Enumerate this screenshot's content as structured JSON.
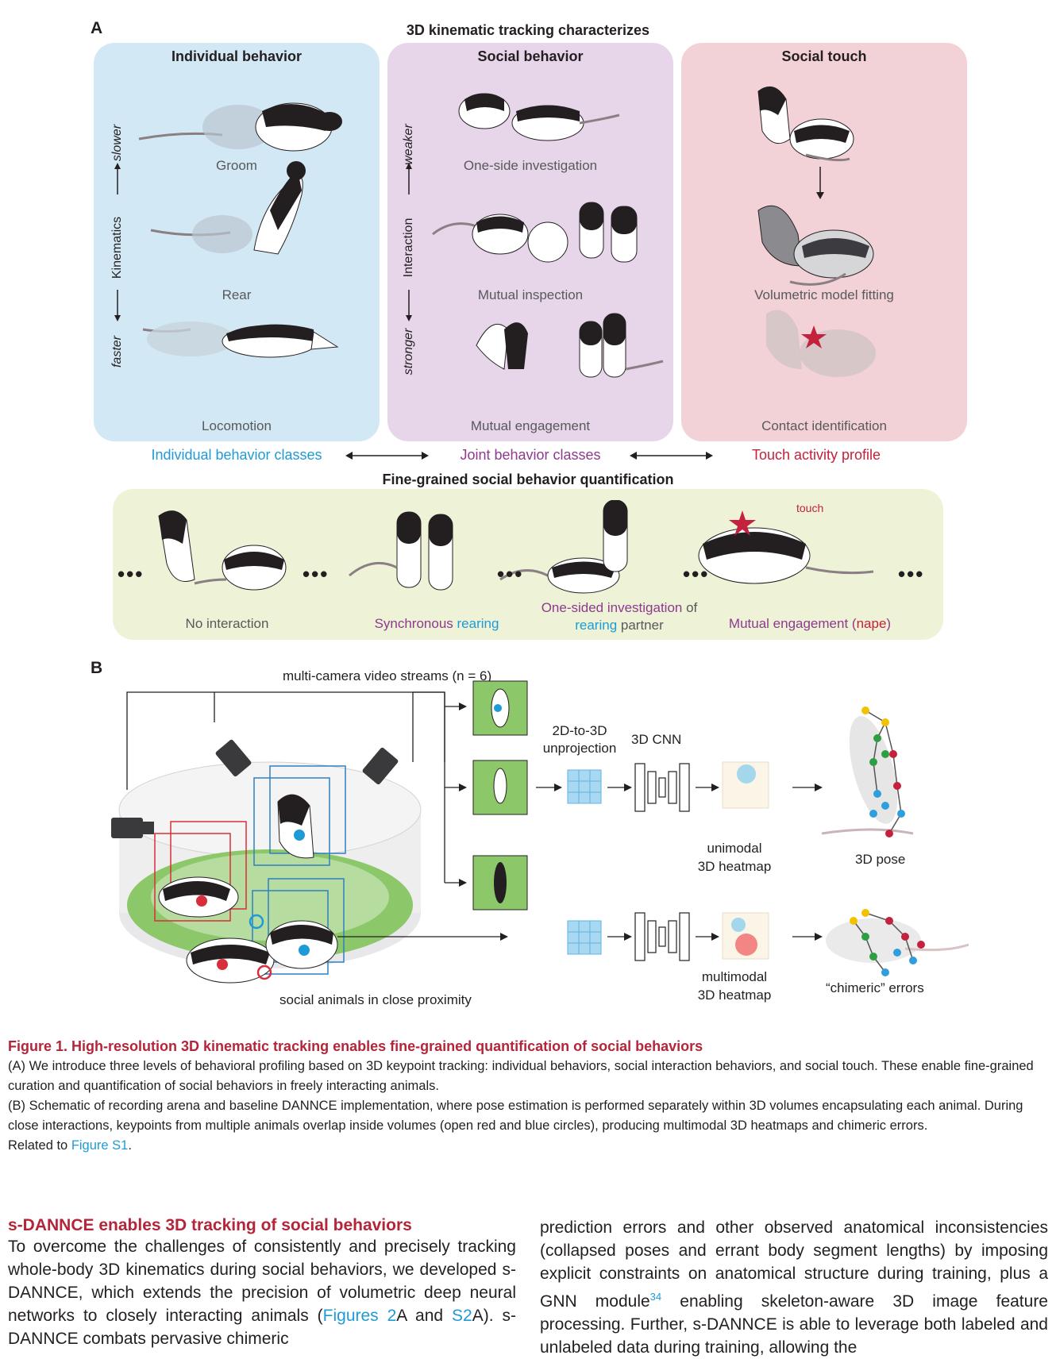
{
  "panel_a": {
    "letter": "A",
    "title": "3D kinematic tracking characterizes",
    "columns": [
      {
        "heading": "Individual behavior",
        "labels": [
          "Groom",
          "Rear",
          "Locomotion"
        ]
      },
      {
        "heading": "Social behavior",
        "labels": [
          "One-side investigation",
          "Mutual inspection",
          "Mutual engagement"
        ]
      },
      {
        "heading": "Social touch",
        "labels": [
          "Volumetric model fitting",
          "Contact identification"
        ]
      }
    ],
    "axis_individual": {
      "name": "Kinematics",
      "top": "slower",
      "bottom": "faster"
    },
    "axis_social": {
      "name": "Interaction",
      "top": "weaker",
      "bottom": "stronger"
    },
    "classes": [
      "Individual behavior classes",
      "Joint behavior classes",
      "Touch activity profile"
    ],
    "fine_title": "Fine-grained social behavior quantification",
    "touch_label": "touch",
    "fine_labels": {
      "no_interaction": "No interaction",
      "sync_a": "Synchronous",
      "sync_b": " rearing",
      "onesided_a": "One-sided investigation",
      "onesided_b": " of",
      "onesided_c": "rearing",
      "onesided_d": " partner",
      "mutual_a": "Mutual engagement",
      "mutual_b": " (",
      "mutual_c": "nape",
      "mutual_d": ")"
    },
    "colors": {
      "individual_bg": "#d3e8f5",
      "social_bg": "#e7d5ea",
      "touch_bg": "#f3d2d7",
      "fine_bg": "#eef2d6",
      "cyan": "#1e9bd7",
      "purple": "#8e3a8f",
      "red": "#c4213c"
    }
  },
  "panel_b": {
    "letter": "B",
    "streams": "multi-camera video streams (n = 6)",
    "unproj_1": "2D-to-3D",
    "unproj_2": "unprojection",
    "cnn": "3D CNN",
    "unimodal_1": "unimodal",
    "unimodal_2": "3D heatmap",
    "pose": "3D pose",
    "multimodal_1": "multimodal",
    "multimodal_2": "3D heatmap",
    "chimeric": "“chimeric” errors",
    "arena": "social animals in close proximity"
  },
  "caption": {
    "title": "Figure 1.  High-resolution 3D kinematic tracking enables fine-grained quantification of social behaviors",
    "a": "(A) We introduce three levels of behavioral profiling based on 3D keypoint tracking: individual behaviors, social interaction behaviors, and social touch. These enable fine-grained curation and quantification of social behaviors in freely interacting animals.",
    "b": "(B) Schematic of recording arena and baseline DANNCE implementation, where pose estimation is performed separately within 3D volumes encapsulating each animal. During close interactions, keypoints from multiple animals overlap inside volumes (open red and blue circles), producing multimodal 3D heatmaps and chimeric errors.",
    "related_prefix": "Related to ",
    "related_link": "Figure S1",
    "related_suffix": "."
  },
  "body": {
    "section_title": "s-DANNCE enables 3D tracking of social behaviors",
    "left_text": "To overcome the challenges of consistently and precisely tracking whole-body 3D kinematics during social behaviors, we developed s-DANNCE, which extends the precision of volumetric deep neural networks to closely interacting animals (",
    "left_link1": "Figures 2",
    "left_mid1": "A and ",
    "left_link2": "S2",
    "left_tail": "A). s-DANNCE combats pervasive chimeric",
    "right_text1": "prediction errors and other observed anatomical inconsistencies (collapsed poses and errant body segment lengths) by imposing explicit constraints on anatomical structure during training, plus a GNN module",
    "right_sup": "34",
    "right_text2": " enabling skeleton-aware 3D image feature processing. Further, s-DANNCE is able to leverage both labeled and unlabeled data during training, allowing the"
  }
}
